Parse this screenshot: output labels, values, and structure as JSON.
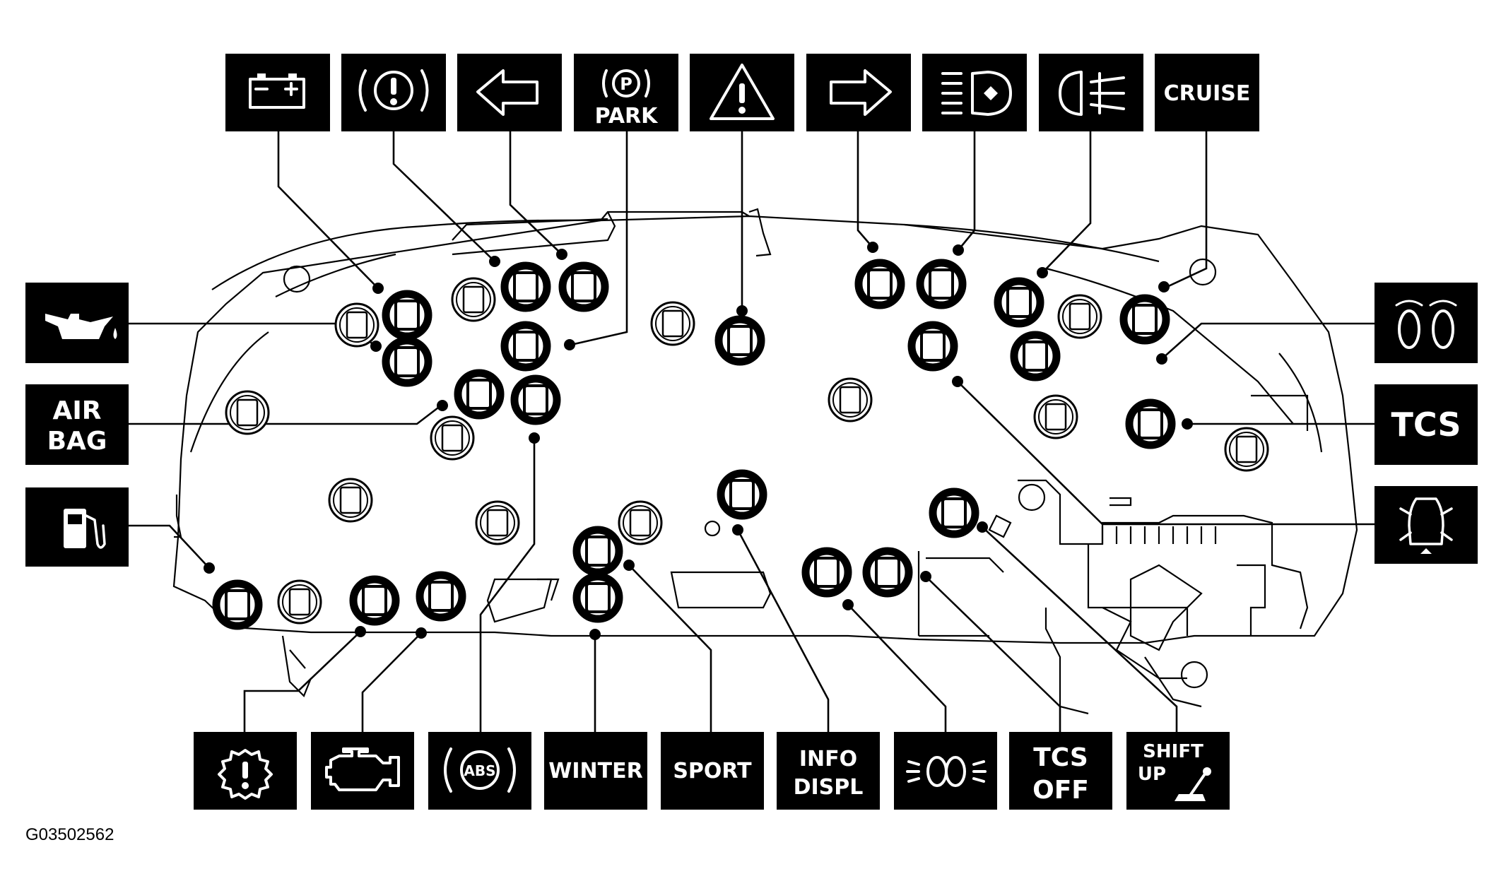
{
  "figure_code": "G03502562",
  "labels": {
    "park": "PARK",
    "cruise": "CRUISE",
    "air_bag_1": "AIR",
    "air_bag_2": "BAG",
    "tcs": "TCS",
    "winter": "WINTER",
    "sport": "SPORT",
    "info_1": "INFO",
    "info_2": "DISPL",
    "tcs_off_1": "TCS",
    "tcs_off_2": "OFF",
    "shift_up_1": "SHIFT",
    "shift_up_2": "UP",
    "abs": "ABS"
  },
  "icons": {
    "top": [
      "battery-icon",
      "brake-warning-icon",
      "left-turn-arrow-icon",
      "park-brake-icon",
      "hazard-warning-icon",
      "right-turn-arrow-icon",
      "high-beam-icon",
      "rear-fog-light-icon",
      "cruise-label"
    ],
    "left": [
      "oil-pressure-icon",
      "air-bag-label",
      "fuel-pump-icon"
    ],
    "right": [
      "tire-pressure-icon",
      "tcs-label",
      "door-ajar-icon"
    ],
    "bottom": [
      "transmission-warning-icon",
      "check-engine-icon",
      "abs-icon",
      "winter-label",
      "sport-label",
      "info-display-label",
      "parking-lights-icon",
      "tcs-off-label",
      "shift-up-icon"
    ]
  }
}
